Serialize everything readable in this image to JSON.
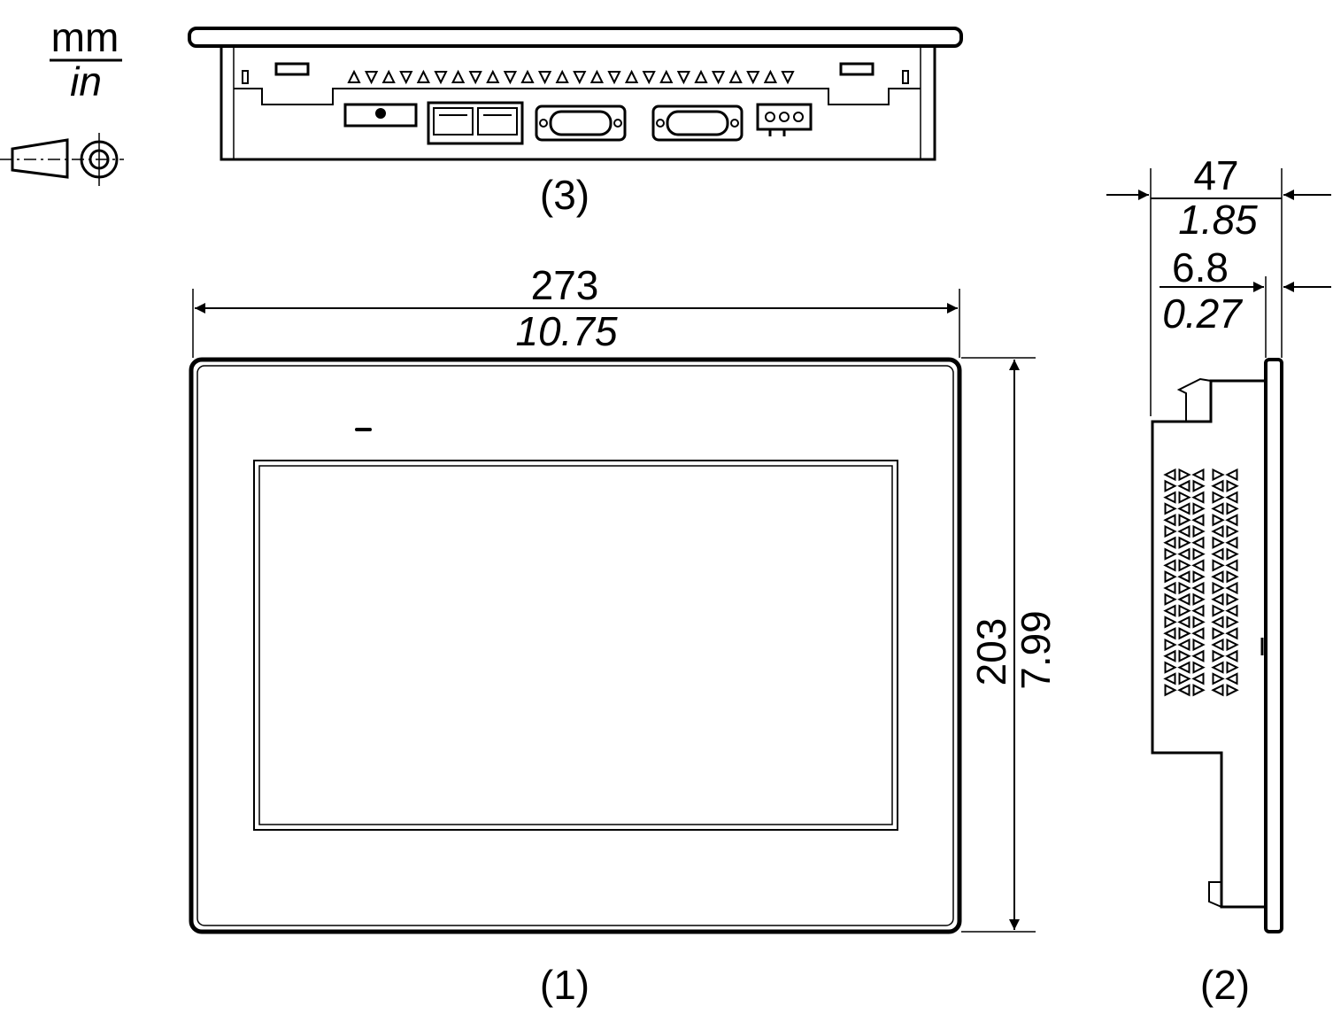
{
  "units": {
    "metric": "mm",
    "imperial": "in"
  },
  "symbol": {
    "icon": "third-angle-projection-icon"
  },
  "views": {
    "front": {
      "label": "(1)"
    },
    "side": {
      "label": "(2)"
    },
    "bottom": {
      "label": "(3)"
    }
  },
  "dimensions": {
    "width": {
      "mm": "273",
      "in": "10.75"
    },
    "height": {
      "mm": "203",
      "in": "7.99"
    },
    "depth": {
      "mm": "47",
      "in": "1.85"
    },
    "bezel": {
      "mm": "6.8",
      "in": "0.27"
    }
  },
  "colors": {
    "line": "#000000",
    "background": "#ffffff"
  }
}
